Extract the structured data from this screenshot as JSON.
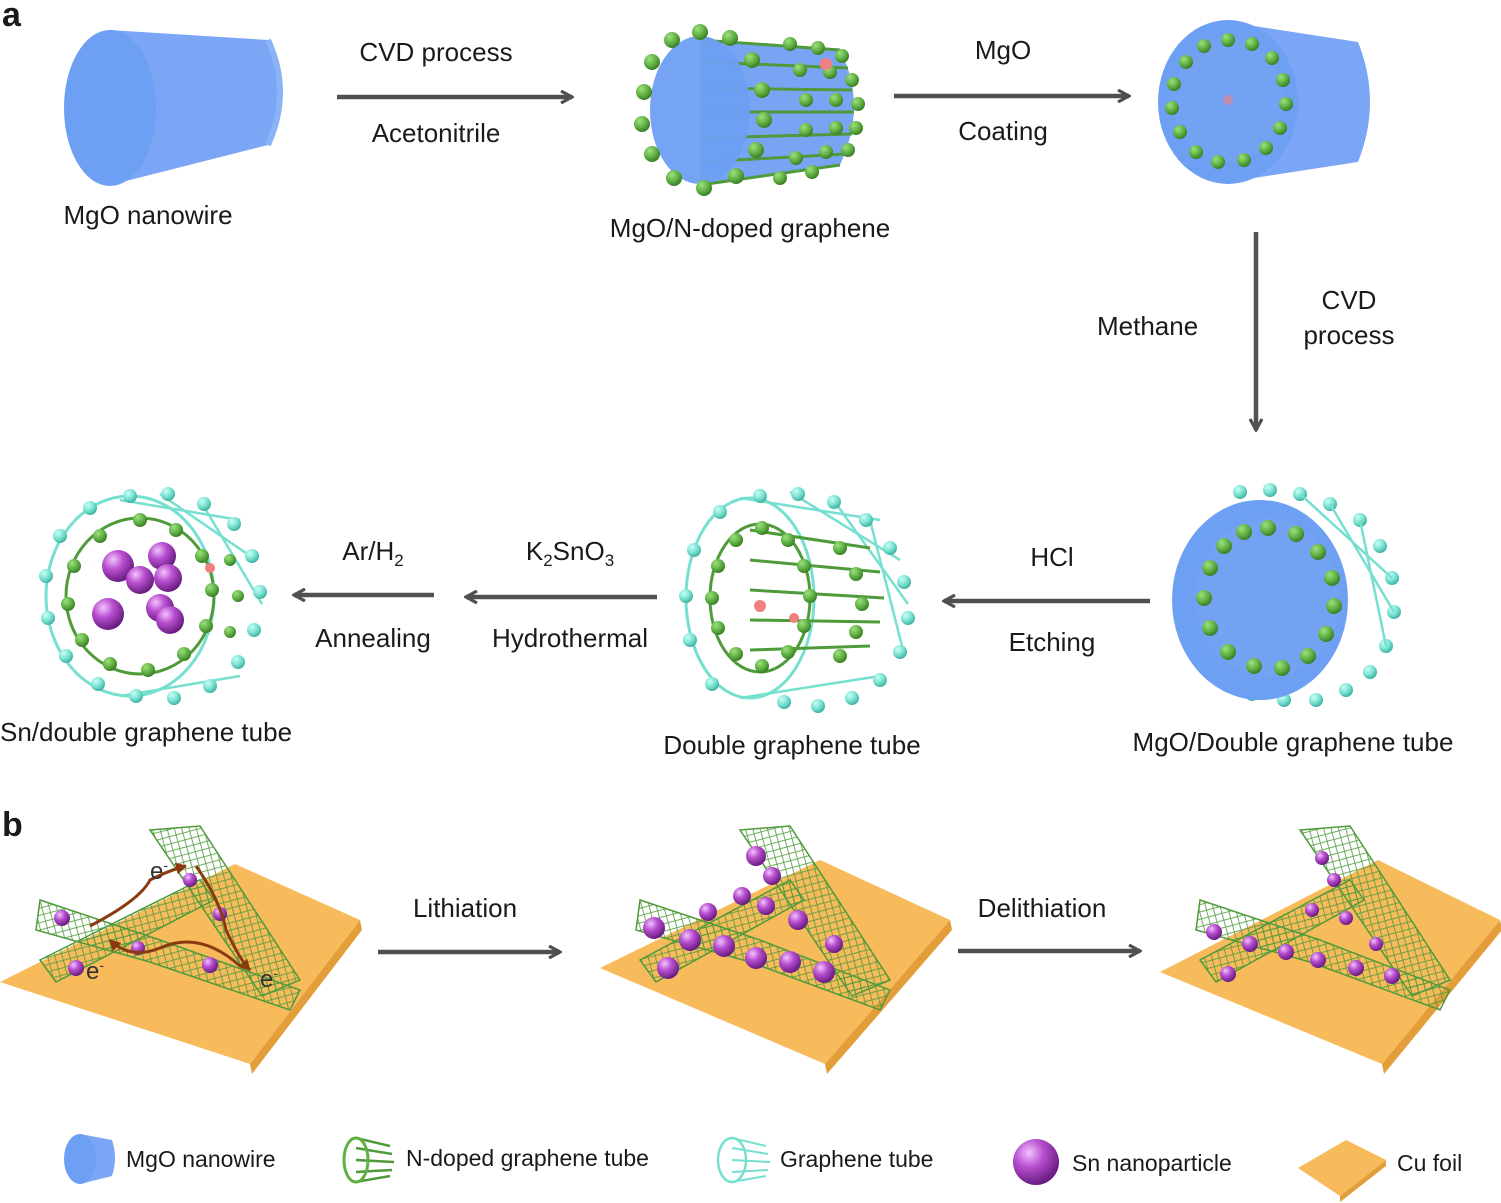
{
  "panels": {
    "a": "a",
    "b": "b"
  },
  "stages_a": {
    "mgo_nanowire": "MgO nanowire",
    "mgo_ndoped": "MgO/N-doped graphene",
    "sn_double": "Sn/double graphene tube",
    "double_tube": "Double graphene tube",
    "mgo_double": "MgO/Double graphene tube"
  },
  "steps_a": {
    "s1_top": "CVD process",
    "s1_bottom": "Acetonitrile",
    "s2_top": "MgO",
    "s2_bottom": "Coating",
    "s3_left": "Methane",
    "s3_right_1": "CVD",
    "s3_right_2": "process",
    "s4_top": "HCl",
    "s4_bottom": "Etching",
    "s5_top_base": "K",
    "s5_top_sub1": "2",
    "s5_top_mid": "SnO",
    "s5_top_sub2": "3",
    "s5_bottom": "Hydrothermal",
    "s6_top_base": "Ar/H",
    "s6_top_sub": "2",
    "s6_bottom": "Annealing"
  },
  "steps_b": {
    "lithiation": "Lithiation",
    "delithiation": "Delithiation",
    "electron": "e",
    "electron_sup": "-"
  },
  "legend": [
    {
      "label": "MgO nanowire",
      "icon": "mgo-nanowire-icon"
    },
    {
      "label": "N-doped graphene tube",
      "icon": "n-doped-tube-icon"
    },
    {
      "label": "Graphene tube",
      "icon": "graphene-tube-icon"
    },
    {
      "label": "Sn nanoparticle",
      "icon": "sn-nanoparticle-icon"
    },
    {
      "label": "Cu foil",
      "icon": "cu-foil-icon"
    }
  ],
  "colors": {
    "mgo": "#6d9ff2",
    "n_doped": "#5fb043",
    "graphene": "#76e0d0",
    "sn": "#b94fd0",
    "cu": "#f7bb5c",
    "nitrogen": "#f08080",
    "arrow": "#505050",
    "electron_path": "#8b3a10"
  }
}
